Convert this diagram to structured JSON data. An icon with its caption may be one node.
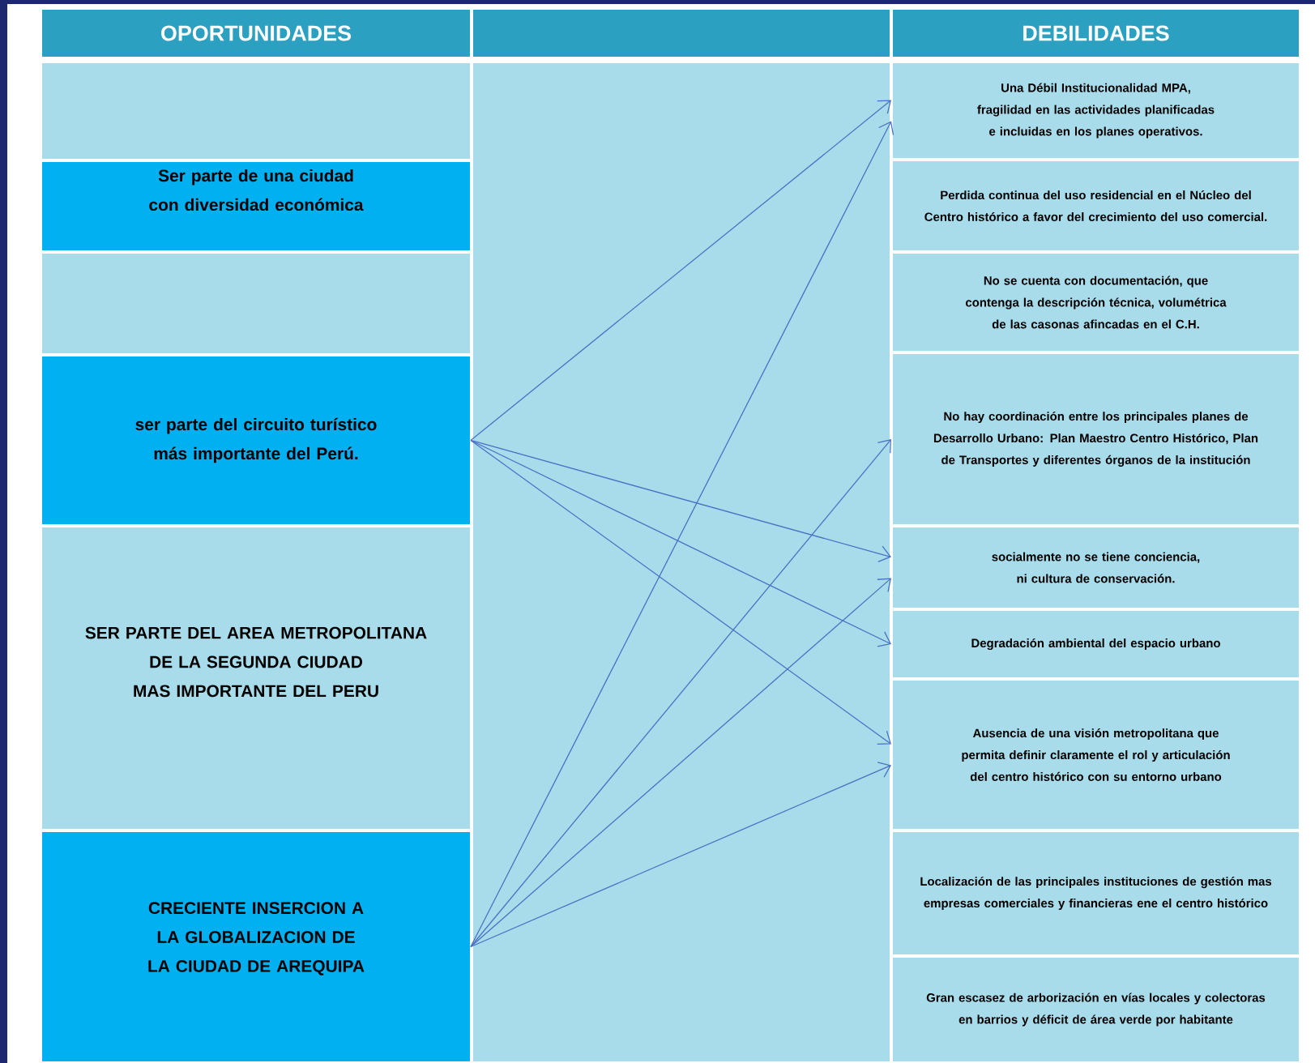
{
  "diagram": {
    "nodes": [
      {
        "text": [
          "OPORTUNIDADES"
        ]
      },
      {
        "text": [],
        "shape": "box"
      },
      {
        "text": [
          "DEBILIDADES"
        ]
      },
      {
        "text": [],
        "shape": "box"
      },
      {
        "text": [
          "Ser parte de una ciudad con diversidad económica"
        ]
      },
      {
        "text": [],
        "shape": "box"
      },
      {
        "text": [
          "ser parte del circuito turístico más importante del Perú."
        ]
      },
      {
        "text": [
          "SER PARTE DEL AREA METROPOLITANA DE LA SEGUNDA CIUDAD MAS IMPORTANTE DEL PERU"
        ]
      },
      {
        "text": [
          "CRECIENTE INSERCION A LA GLOBALIZACION DE LA CIUDAD DE AREQUIPA"
        ]
      },
      {
        "text": [
          "Una Débil Institucionalidad MPA, fragilidad en las actividades planificadas e incluidas en los planes operativos."
        ]
      },
      {
        "text": [
          "Perdida continua del uso residencial en el Núcleo del Centro histórico a favor del crecimiento del uso comercial."
        ]
      },
      {
        "text": [
          "No se cuenta con documentación, que contenga la descripción técnica, volumétrica de las casonas afincadas en el C.H."
        ]
      },
      {
        "text": [
          "No hay coordinación entre los principales planes de Desarrollo Urbano: Plan Maestro Centro Histórico, Plan de Transportes y diferentes órganos de la institución"
        ]
      },
      {
        "text": [
          "socialmente no se tiene conciencia, ni cultura de conservación."
        ]
      },
      {
        "text": [
          "Degradación ambiental del espacio urbano"
        ]
      },
      {
        "text": [
          "Ausencia de una visión metropolitana que permita definir claramente el rol y articulación del centro histórico con su entorno urbano"
        ]
      },
      {
        "text": [
          "Localización de las principales instituciones de gestión mas empresas comerciales y financieras ene el centro histórico"
        ]
      },
      {
        "text": [
          "Gran escasez de arborización en vías locales y colectoras en barrios y déficit de área verde por habitante"
        ]
      }
    ],
    "edges": [
      {
        "from": 6,
        "to": 9,
        "arrow": "to"
      },
      {
        "from": 6,
        "to": 13,
        "arrow": "to"
      },
      {
        "from": 6,
        "to": 14,
        "arrow": "to"
      },
      {
        "from": 6,
        "to": 15,
        "arrow": "to"
      },
      {
        "from": 8,
        "to": 9,
        "arrow": "to"
      },
      {
        "from": 8,
        "to": 12,
        "arrow": "to"
      },
      {
        "from": 8,
        "to": 13,
        "arrow": "to"
      },
      {
        "from": 8,
        "to": 15,
        "arrow": "to"
      }
    ]
  }
}
